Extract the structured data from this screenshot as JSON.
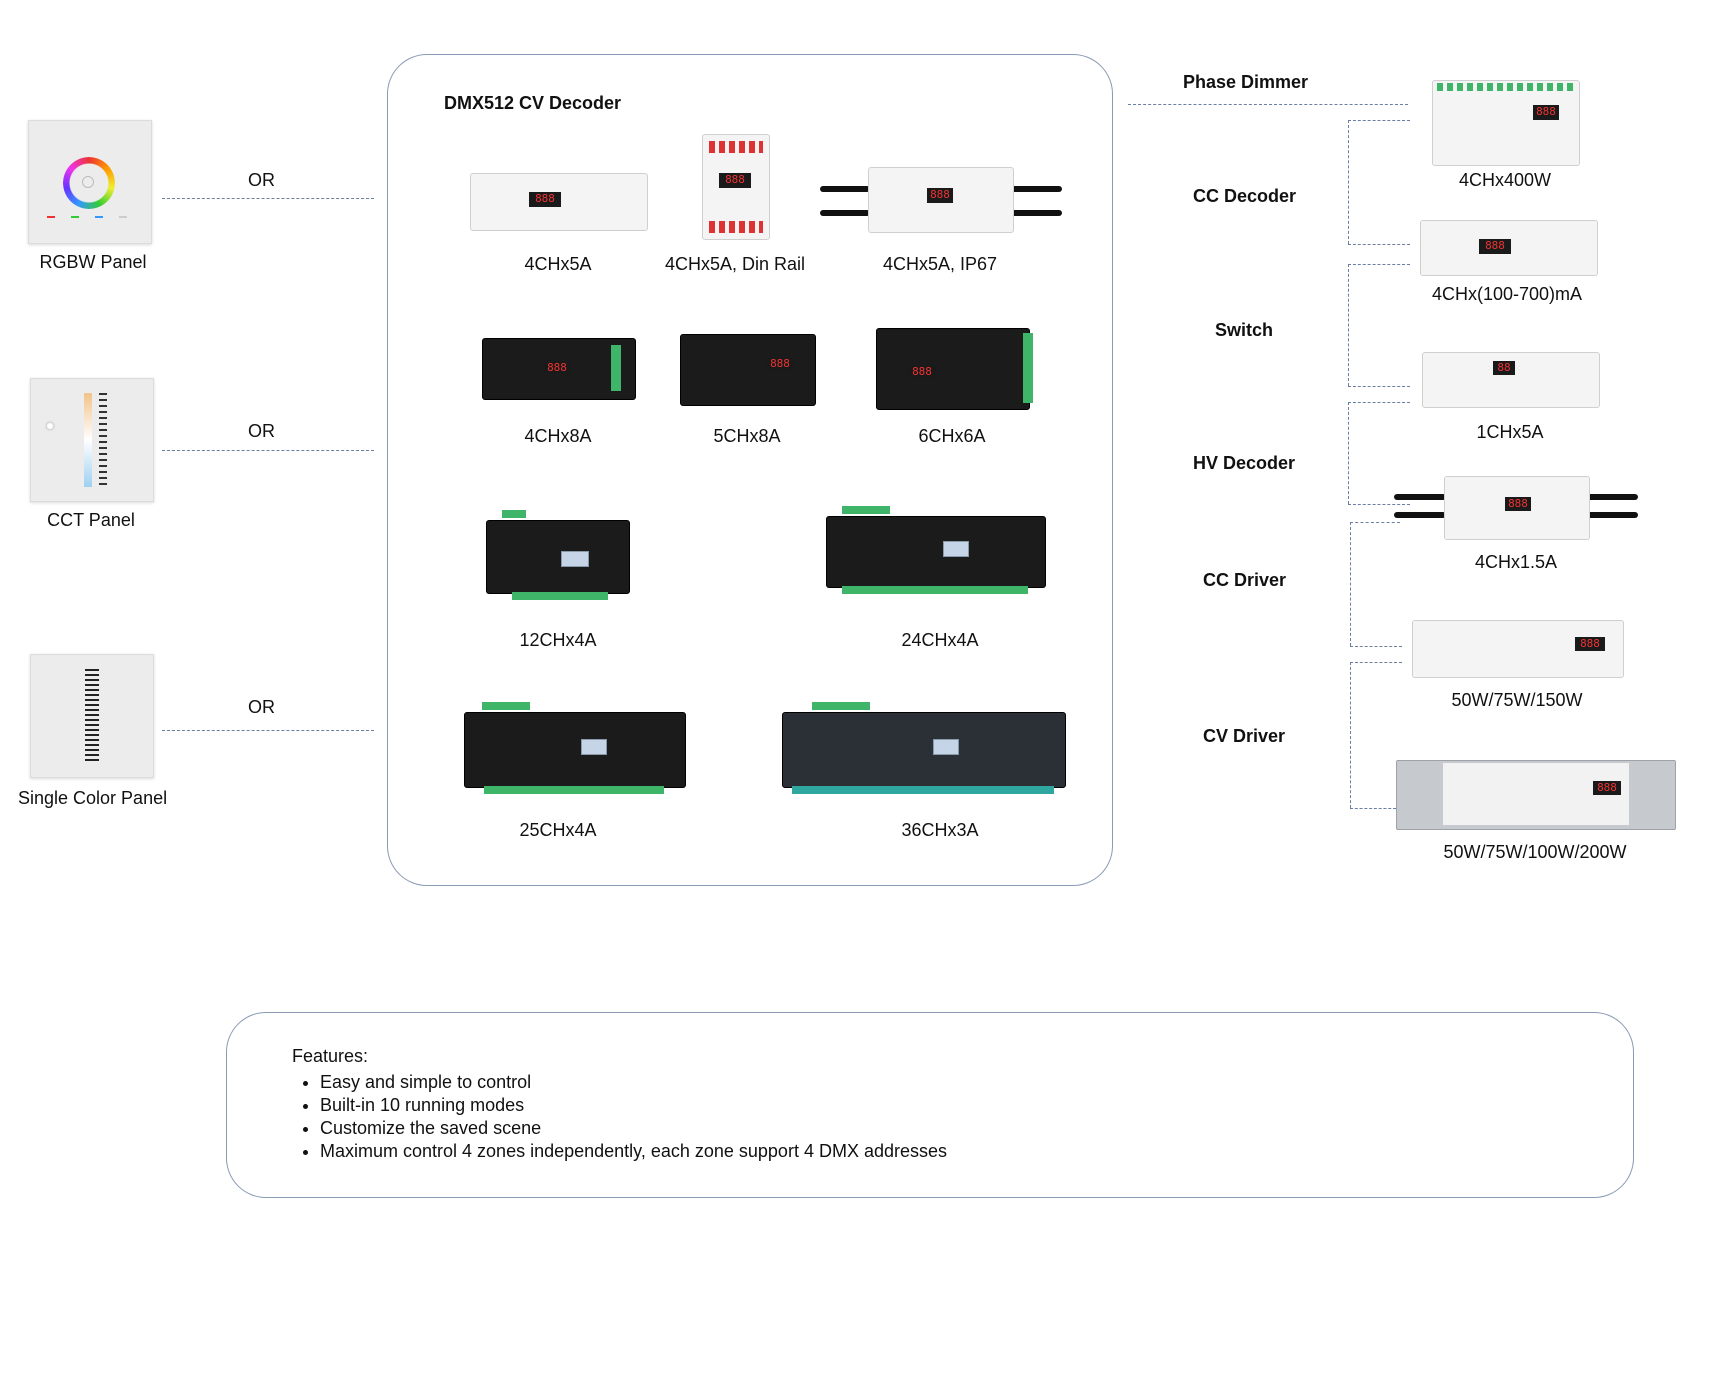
{
  "panels": [
    {
      "name": "RGBW Panel",
      "or": "OR"
    },
    {
      "name": "CCT Panel",
      "or": "OR"
    },
    {
      "name": "Single Color Panel",
      "or": "OR"
    }
  ],
  "decoder_box": {
    "title": "DMX512 CV Decoder",
    "items": [
      "4CHx5A",
      "4CHx5A, Din Rail",
      "4CHx5A, IP67",
      "4CHx8A",
      "5CHx8A",
      "6CHx6A",
      "12CHx4A",
      "24CHx4A",
      "25CHx4A",
      "36CHx3A"
    ]
  },
  "device_screens": {
    "d1": "888",
    "d2": "888",
    "d3": "888",
    "d4": "888",
    "d5": "888",
    "d6": "888",
    "r1": "888",
    "r2": "888",
    "r3": "88",
    "r4": "888",
    "r5": "888",
    "r6": "888"
  },
  "categories": [
    "Phase Dimmer",
    "CC Decoder",
    "Switch",
    "HV Decoder",
    "CC Driver",
    "CV Driver"
  ],
  "right_devices": [
    "4CHx400W",
    "4CHx(100-700)mA",
    "1CHx5A",
    "4CHx1.5A",
    "50W/75W/150W",
    "50W/75W/100W/200W"
  ],
  "features": {
    "title": "Features:",
    "items": [
      "Easy and simple to control",
      "Built-in 10 running modes",
      "Customize the saved scene",
      "Maximum control 4 zones independently, each zone support 4 DMX addresses"
    ]
  }
}
